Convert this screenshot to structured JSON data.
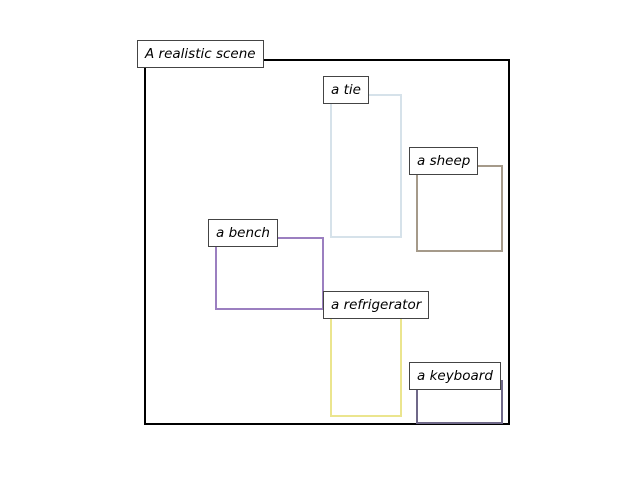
{
  "scene": {
    "title": "A realistic scene",
    "frame_color": "#000000"
  },
  "objects": [
    {
      "label": "a tie",
      "color": "#d6e2ea"
    },
    {
      "label": "a sheep",
      "color": "#a59a8a"
    },
    {
      "label": "a bench",
      "color": "#9b7fc0"
    },
    {
      "label": "a refrigerator",
      "color": "#ebe58e"
    },
    {
      "label": "a keyboard",
      "color": "#6f6888"
    }
  ]
}
